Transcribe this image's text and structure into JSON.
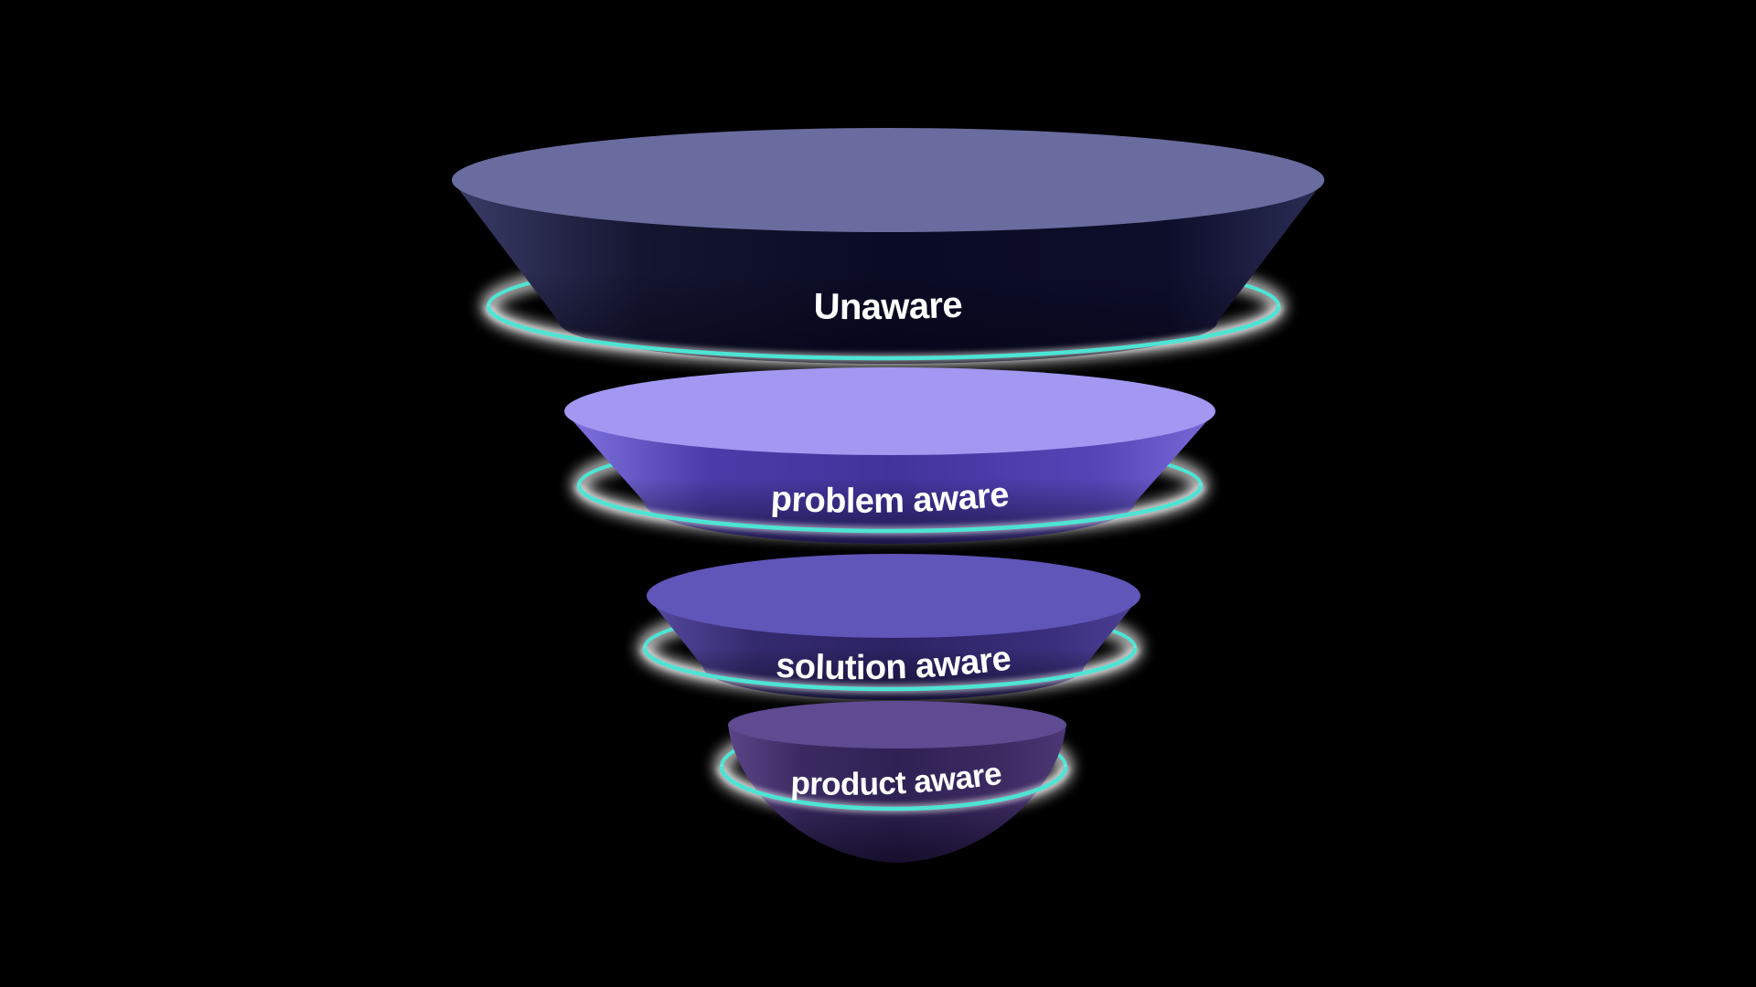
{
  "background": "#000000",
  "diagram": {
    "type": "awareness-funnel",
    "ring_color": "#4de4d4",
    "glow_color": "#ffffff",
    "label_color": "#ffffff",
    "stages": [
      {
        "label": "Unaware",
        "top_color": "#6a6b9e",
        "side_stops": [
          "#3a3c68",
          "#14152f",
          "#0a0b24",
          "#0d0e2a",
          "#2b2d55"
        ]
      },
      {
        "label": "problem aware",
        "top_color": "#a298f2",
        "side_stops": [
          "#8074e0",
          "#4b3da9",
          "#41339b",
          "#5546b8",
          "#7969d8"
        ]
      },
      {
        "label": "solution aware",
        "top_color": "#6055b8",
        "side_stops": [
          "#554a9f",
          "#342a6e",
          "#2c2363",
          "#3a2f7c",
          "#4c3f96"
        ]
      },
      {
        "label": "product aware",
        "top_color": "#5e4b92",
        "side_stops": [
          "#5a4587",
          "#3a2a61",
          "#2f2154",
          "#3d2b62",
          "#4b3875"
        ]
      }
    ]
  }
}
